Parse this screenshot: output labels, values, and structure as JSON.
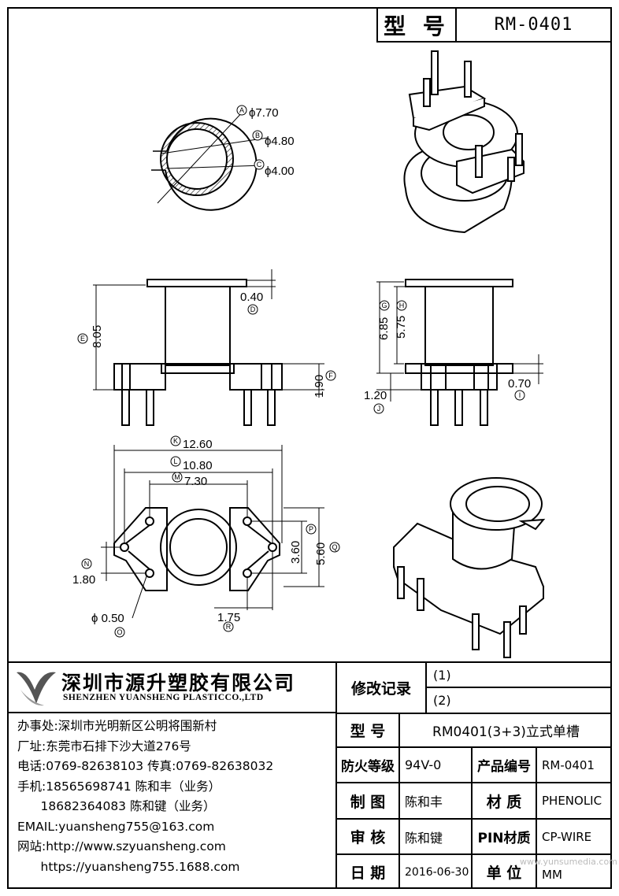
{
  "header": {
    "model_label": "型 号",
    "model_value": "RM-0401"
  },
  "top_view": {
    "dims": [
      {
        "circle": "A",
        "text": "ϕ7.70"
      },
      {
        "circle": "B",
        "text": "ϕ4.80"
      },
      {
        "circle": "C",
        "text": "ϕ4.00"
      }
    ]
  },
  "front_view": {
    "dims": [
      {
        "circle": "D",
        "text": "0.40"
      },
      {
        "circle": "E",
        "text": "8.05"
      },
      {
        "circle": "F",
        "text": "1.90"
      }
    ]
  },
  "side_view": {
    "dims": [
      {
        "circle": "G",
        "text": "6.85"
      },
      {
        "circle": "H",
        "text": "5.75"
      },
      {
        "circle": "I",
        "text": "0.70"
      },
      {
        "circle": "J",
        "text": "1.20"
      }
    ]
  },
  "bottom_view": {
    "dims": [
      {
        "circle": "K",
        "text": "12.60"
      },
      {
        "circle": "L",
        "text": "10.80"
      },
      {
        "circle": "M",
        "text": "7.30"
      },
      {
        "circle": "N",
        "text": "1.80"
      },
      {
        "circle": "O",
        "text": "ϕ 0.50"
      },
      {
        "circle": "P",
        "text": "3.60"
      },
      {
        "circle": "Q",
        "text": "5.60"
      },
      {
        "circle": "R",
        "text": "1.75"
      }
    ]
  },
  "company": {
    "name_cn": "深圳市源升塑胶有限公司",
    "name_en": "SHENZHEN YUANSHENG PLASTICCO.,LTD",
    "contacts": [
      "办事处:深圳市光明新区公明将围新村",
      "厂址:东莞市石排下沙大道276号",
      "电话:0769-82638103 传真:0769-82638032",
      "手机:18565698741 陈和丰（业务）",
      "      18682364083 陈和键（业务）",
      "EMAIL:yuansheng755@163.com",
      "网站:http://www.szyuansheng.com",
      "      https://yuansheng755.1688.com"
    ]
  },
  "revision": {
    "label": "修改记录",
    "rows": [
      "(1)",
      "(2)"
    ]
  },
  "specs": {
    "model_label": "型 号",
    "model_value": "RM0401(3+3)立式单槽",
    "fire_label": "防火等级",
    "fire_value": "94V-0",
    "product_no_label": "产品编号",
    "product_no_value": "RM-0401",
    "drawn_label": "制 图",
    "drawn_value": "陈和丰",
    "material_label": "材 质",
    "material_value": "PHENOLIC",
    "review_label": "审 核",
    "review_value": "陈和键",
    "pin_label": "PIN材质",
    "pin_value": "CP-WIRE",
    "date_label": "日 期",
    "date_value": "2016-06-30",
    "unit_label": "单 位",
    "unit_value": "MM"
  },
  "watermark": "www.yunsumedia.com"
}
